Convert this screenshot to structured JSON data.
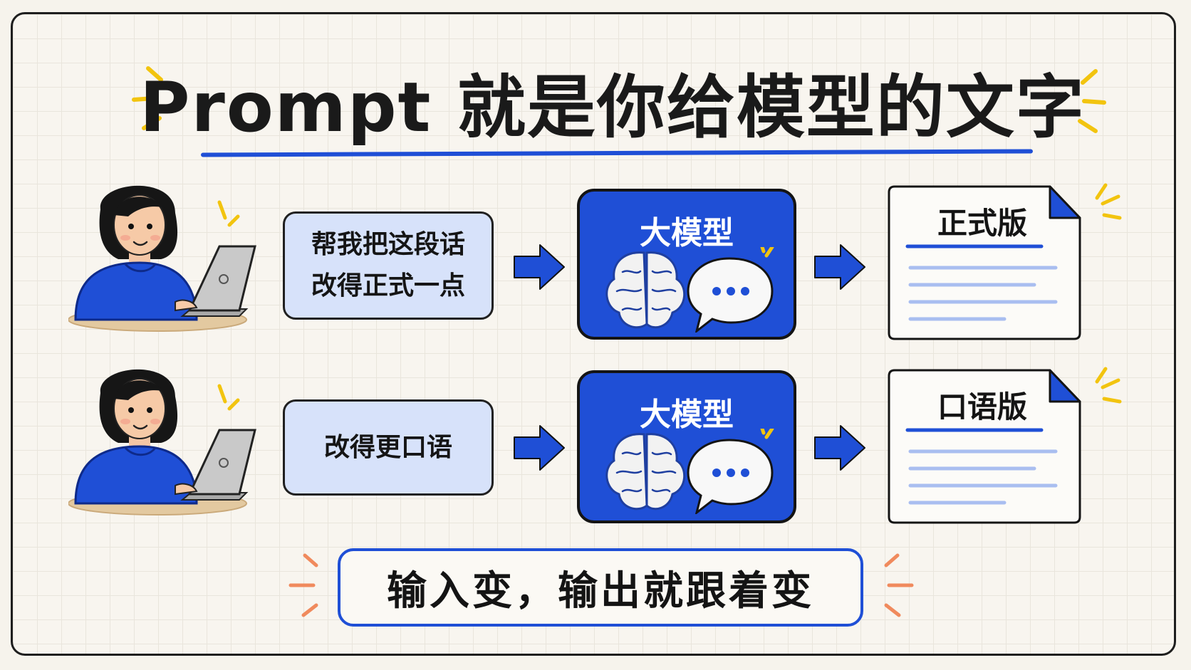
{
  "title": "Prompt 就是你给模型的文字",
  "rows": [
    {
      "input": "帮我把这段话\n改得正式一点",
      "model": "大模型",
      "output": "正式版"
    },
    {
      "input": "改得更口语",
      "model": "大模型",
      "output": "口语版"
    }
  ],
  "summary": "输入变，输出就跟着变",
  "icons": {
    "person": "person-at-laptop-icon",
    "arrow": "arrow-right-icon",
    "brain": "brain-icon",
    "chat": "chat-bubble-icon",
    "document": "document-icon"
  },
  "colors": {
    "accent": "#1f4fd6",
    "input_fill": "#d7e2fa",
    "sparkle_yellow": "#f2c40f",
    "sparkle_orange": "#f08a5d"
  }
}
